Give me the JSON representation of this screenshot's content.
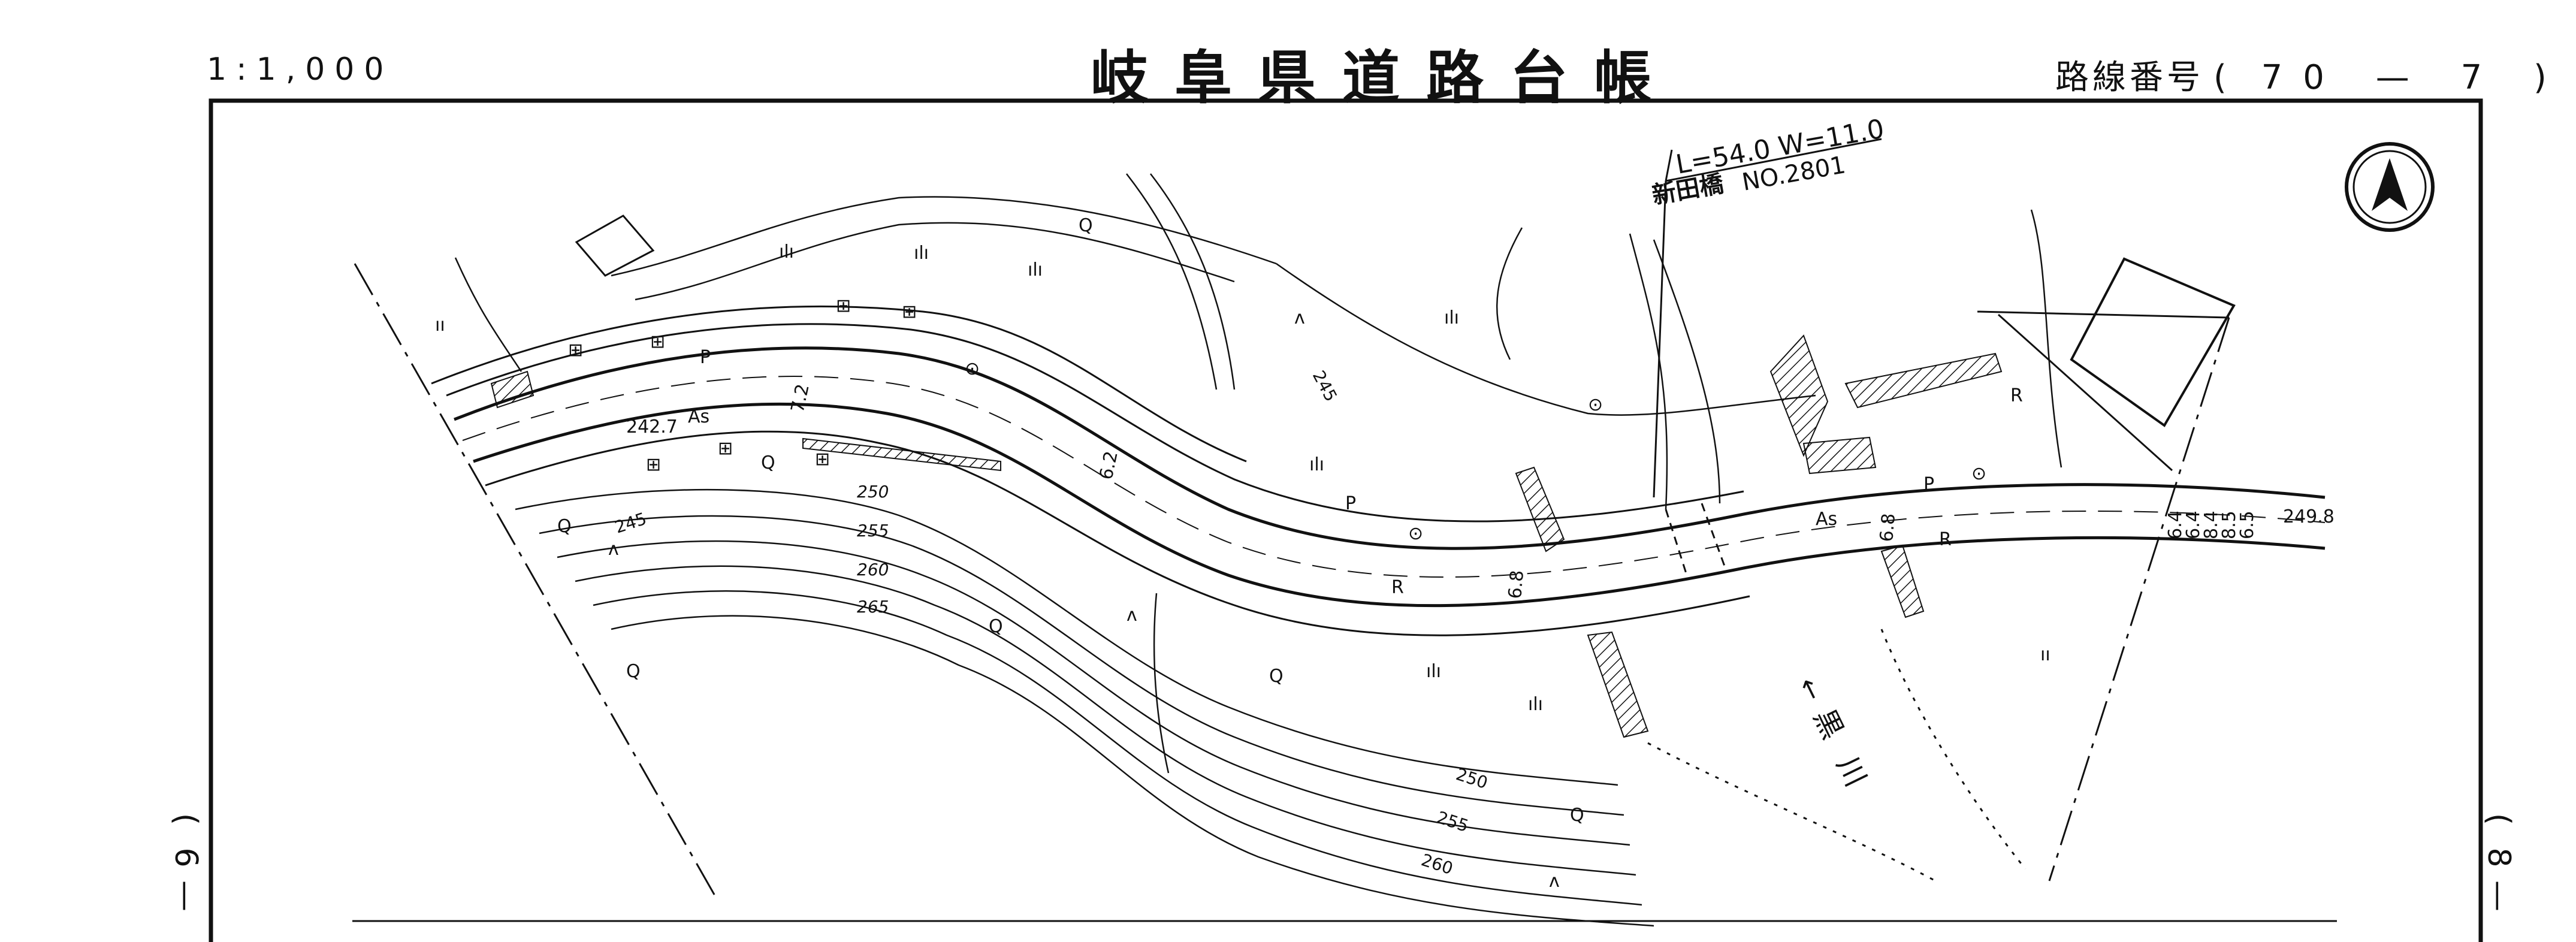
{
  "sheet": {
    "scale": "1:1,000",
    "title": "岐阜県道路台帳",
    "route_label": "路線番号",
    "route_open": "(",
    "route_no": "70",
    "route_dash": "—",
    "sheet_no": "7",
    "route_close": ")",
    "prev_sheet": {
      "open": "(",
      "no": "6",
      "dash": "—"
    },
    "next_sheet": {
      "open": "(",
      "no": "8",
      "dash": "—"
    }
  },
  "bridge": {
    "dimensions": "L=54.0  W=11.0",
    "name": "新田橋",
    "number": "NO.2801"
  },
  "river": {
    "name": "黒川",
    "arrow": "←"
  },
  "road": {
    "surface": "As",
    "elevation_start": "242.7",
    "elevation_end": "249.8",
    "width_marks": [
      "7.2",
      "6.2",
      "6.8",
      "6.8"
    ],
    "right_width_marks": [
      "6.4",
      "6.4",
      "8.4",
      "8.5",
      "6.5"
    ]
  },
  "contours": {
    "north": "245",
    "south": [
      "245",
      "250",
      "255",
      "260",
      "265"
    ],
    "southeast": [
      "250",
      "255",
      "260"
    ]
  },
  "symbols": {
    "pole": "P",
    "guardrail": "R",
    "tree_broadleaf": "Q",
    "field": "ılı",
    "paddy": "ıı",
    "waste_land": "ʌ",
    "building": "⊞",
    "well": "⊙"
  },
  "north_arrow": {
    "icon": "north-arrow-icon"
  }
}
